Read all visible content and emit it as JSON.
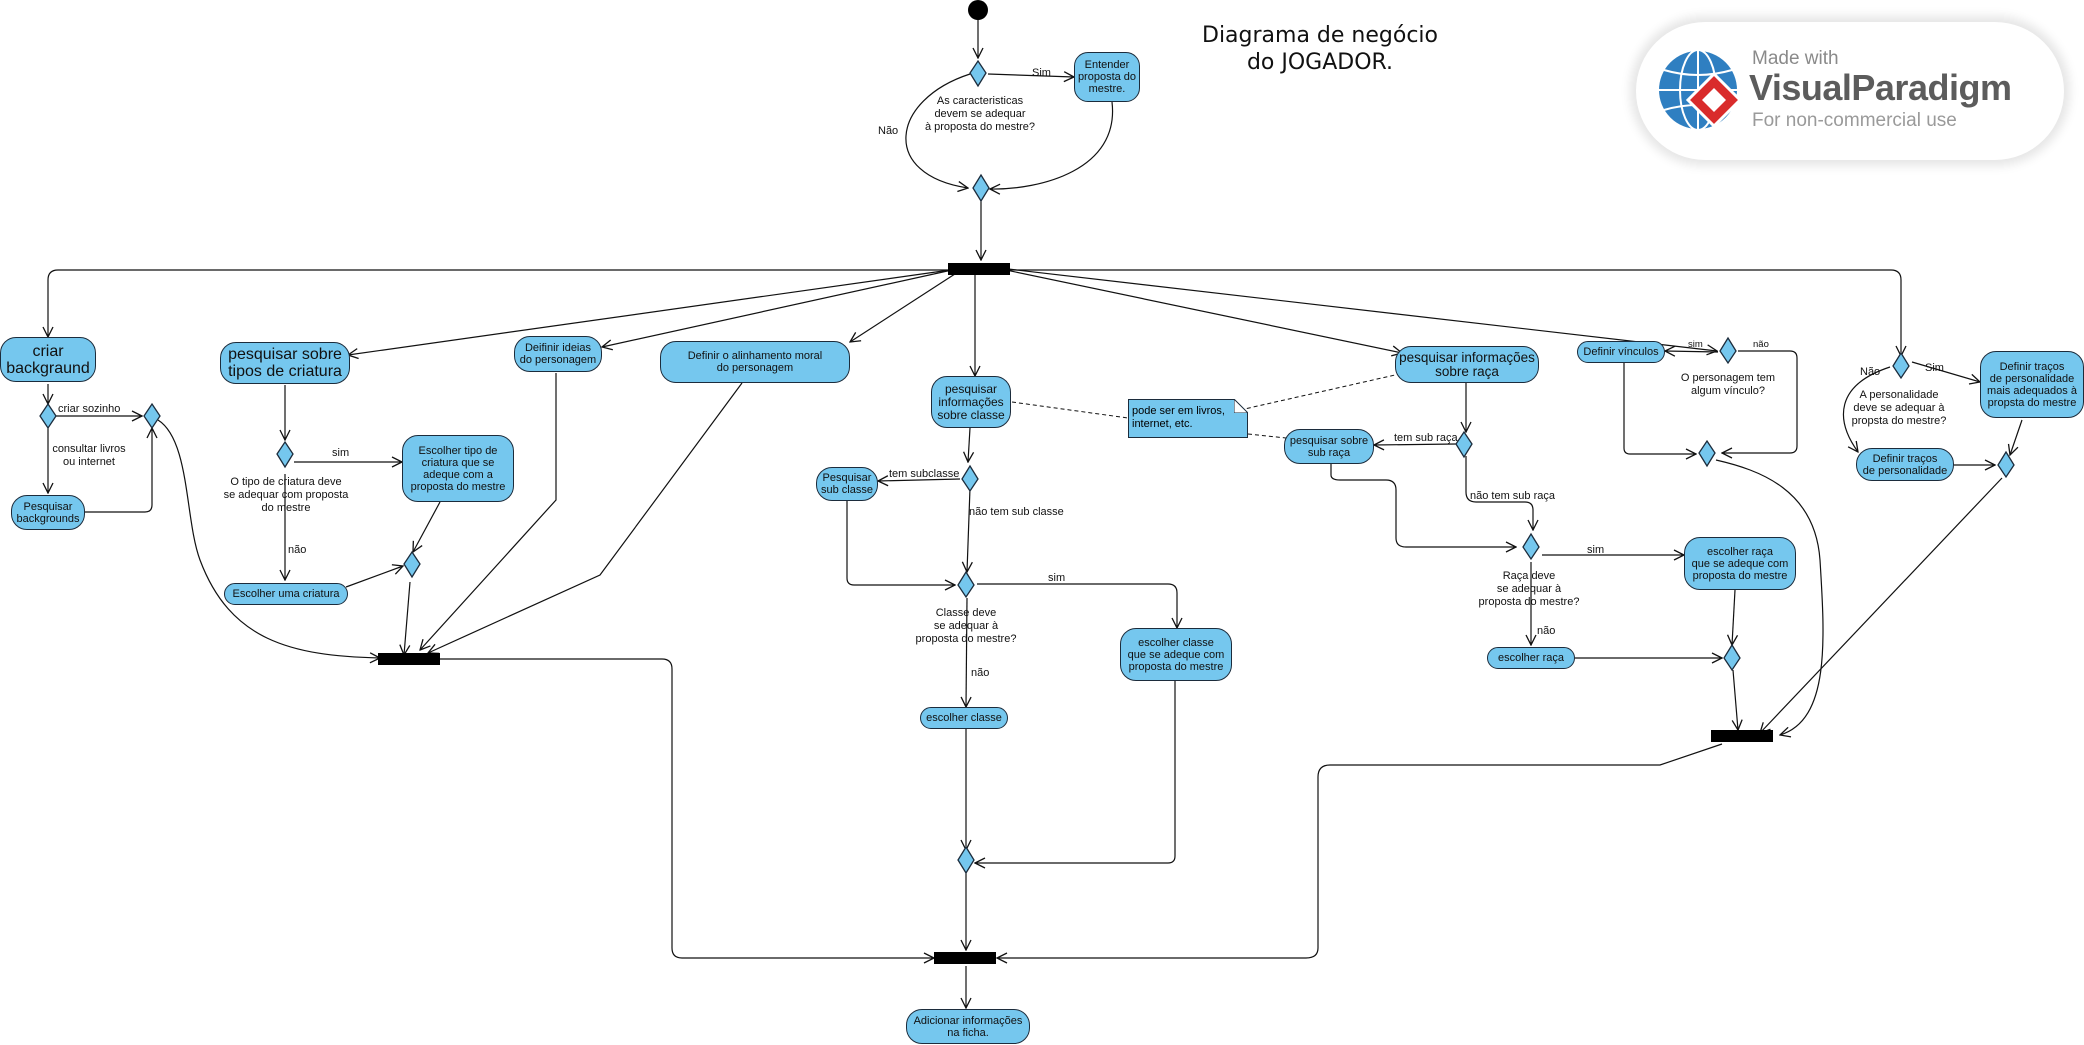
{
  "diagram": {
    "title": "Diagrama de negócio\ndo JOGADOR.",
    "watermark": {
      "made_with": "Made with",
      "brand": "VisualParadigm",
      "sub": "For non-commercial use"
    },
    "colors": {
      "node_fill": "#75c7ee",
      "node_border": "#1c2c3c",
      "edge": "#111111",
      "bar": "#000000"
    },
    "actions": {
      "entender": "Entender\nproposta do\nmestre.",
      "criar_background": "criar\nbackgraund",
      "pesquisar_backgrounds": "Pesquisar\nbackgrounds",
      "pesquisar_tipos": "pesquisar sobre\ntipos de criatura",
      "escolher_tipo": "Escolher tipo de\ncriatura que se\nadeque com a\nproposta do mestre",
      "escolher_criatura": "Escolher uma criatura",
      "definir_ideias": "Deifinir ideias\ndo personagem",
      "definir_alinhamento": "Definir o alinhamento moral\ndo personagem",
      "pesquisar_classe": "pesquisar\ninformações\nsobre classe",
      "pesquisar_subclasse": "Pesquisar\nsub classe",
      "escolher_classe_adeque": "escolher classe\nque se adeque com\nproposta do mestre",
      "escolher_classe": "escolher classe",
      "pesquisar_raca": "pesquisar informações\nsobre raça",
      "pesquisar_subraca": "pesquisar sobre\nsub raça",
      "escolher_raca_adeque": "escolher raça\nque se adeque com\nproposta do mestre",
      "escolher_raca": "escolher raça",
      "definir_vinculos": "Definir vínculos",
      "definir_tracos_adequados": "Definir traços\nde personalidade\nmais adequados à\npropsta do mestre",
      "definir_tracos": "Definir traços\nde personalidade",
      "adicionar": "Adicionar informações\nna ficha."
    },
    "note": "pode ser em livros,\ninternet, etc.",
    "labels": {
      "sim_top": "Sim",
      "nao_top": "Não",
      "q_caracteristicas": "As caracteristicas\ndevem se adequar\nà proposta do mestre?",
      "criar_sozinho": "criar sozinho",
      "consultar": "consultar livros\nou internet",
      "sim_tipo": "sim",
      "q_tipo": "O tipo de criatura deve\nse adequar com proposta\ndo mestre",
      "nao_tipo": "não",
      "tem_subclasse": "tem subclasse",
      "nao_tem_subclasse": "não tem sub classe",
      "sim_classe": "sim",
      "q_classe": "Classe deve\nse adequar à\nproposta do mestre?",
      "nao_classe": "não",
      "tem_subraca": "tem sub raça",
      "nao_tem_subraca": "não tem sub raça",
      "sim_raca": "sim",
      "q_raca": "Raça deve\nse adequar à\nproposta do mestre?",
      "nao_raca": "não",
      "sim_vinculo": "sim",
      "nao_vinculo": "não",
      "q_vinculo": "O personagem tem\nalgum vínculo?",
      "nao_pers": "Não",
      "sim_pers": "Sim",
      "q_personalidade": "A personalidade\ndeve se adequar à\npropsta do mestre?"
    }
  }
}
